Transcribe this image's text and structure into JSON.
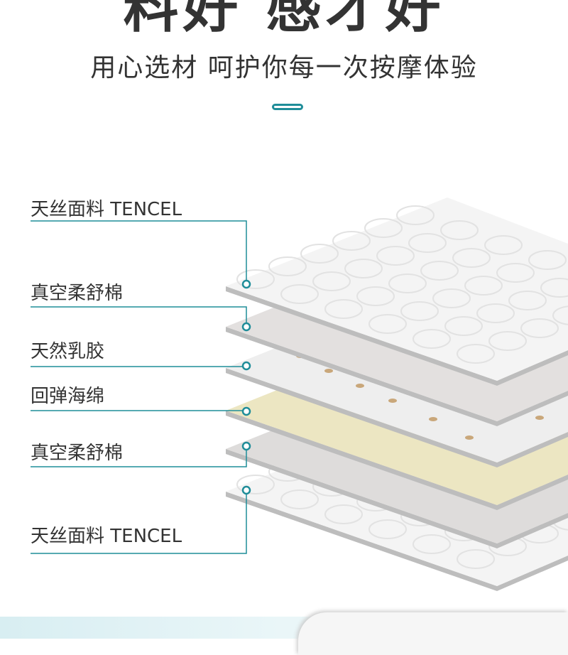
{
  "header": {
    "title": "料好 感才好",
    "subtitle": "用心选材  呵护你每一次按摩体验"
  },
  "layers": [
    {
      "label": "天丝面料 TENCEL",
      "color": "#f4f4f4"
    },
    {
      "label": "真空柔舒棉",
      "color": "#e3e0df"
    },
    {
      "label": "天然乳胶",
      "color": "#eeeeee"
    },
    {
      "label": "回弹海绵",
      "color": "#ece6c2"
    },
    {
      "label": "真空柔舒棉",
      "color": "#dedcdb"
    },
    {
      "label": "天丝面料 TENCEL",
      "color": "#f4f4f4"
    }
  ],
  "colors": {
    "accent": "#1f8d99",
    "text": "#333333"
  }
}
